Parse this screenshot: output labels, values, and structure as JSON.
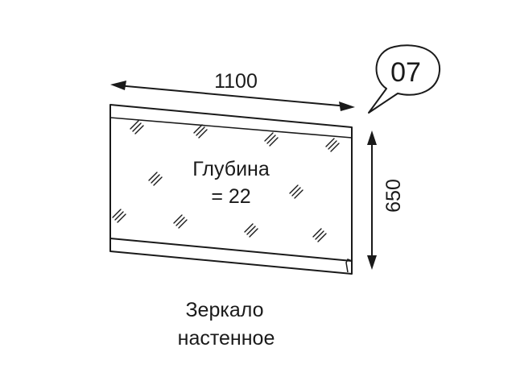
{
  "item_number": "07",
  "dimensions": {
    "width": "1100",
    "height": "650"
  },
  "depth_label": {
    "line1": "Глубина",
    "line2": "= 22"
  },
  "caption": {
    "line1": "Зеркало",
    "line2": "настенное"
  }
}
